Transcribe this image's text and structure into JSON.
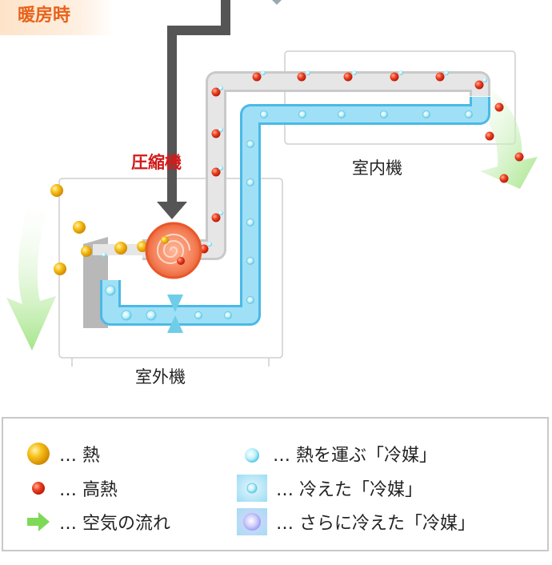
{
  "mode_tab": "暖房時",
  "labels": {
    "compressor": "圧縮機",
    "indoor_unit": "室内機",
    "outdoor_unit": "室外機"
  },
  "legend": [
    {
      "icon": "heat-ball-icon",
      "text": "… 熱"
    },
    {
      "icon": "high-heat-dot-icon",
      "text": "… 高熱"
    },
    {
      "icon": "green-arrow-icon",
      "text": "… 空気の流れ"
    },
    {
      "icon": "refrigerant-dot-icon",
      "text": "… 熱を運ぶ「冷媒」"
    },
    {
      "icon": "cooled-refrigerant-icon",
      "text": "… 冷えた「冷媒」"
    },
    {
      "icon": "further-cooled-refrigerant-icon",
      "text": "… さらに冷えた「冷媒」"
    }
  ],
  "colors": {
    "accent_orange": "#e8621a",
    "high_heat_red": "#e0321e",
    "heat_gold": "#f5a800",
    "pipe_blue": "#6ccaf0",
    "pipe_gray": "#d8d8d8",
    "air_green": "#9ee07a",
    "arrow_dark": "#555555"
  }
}
